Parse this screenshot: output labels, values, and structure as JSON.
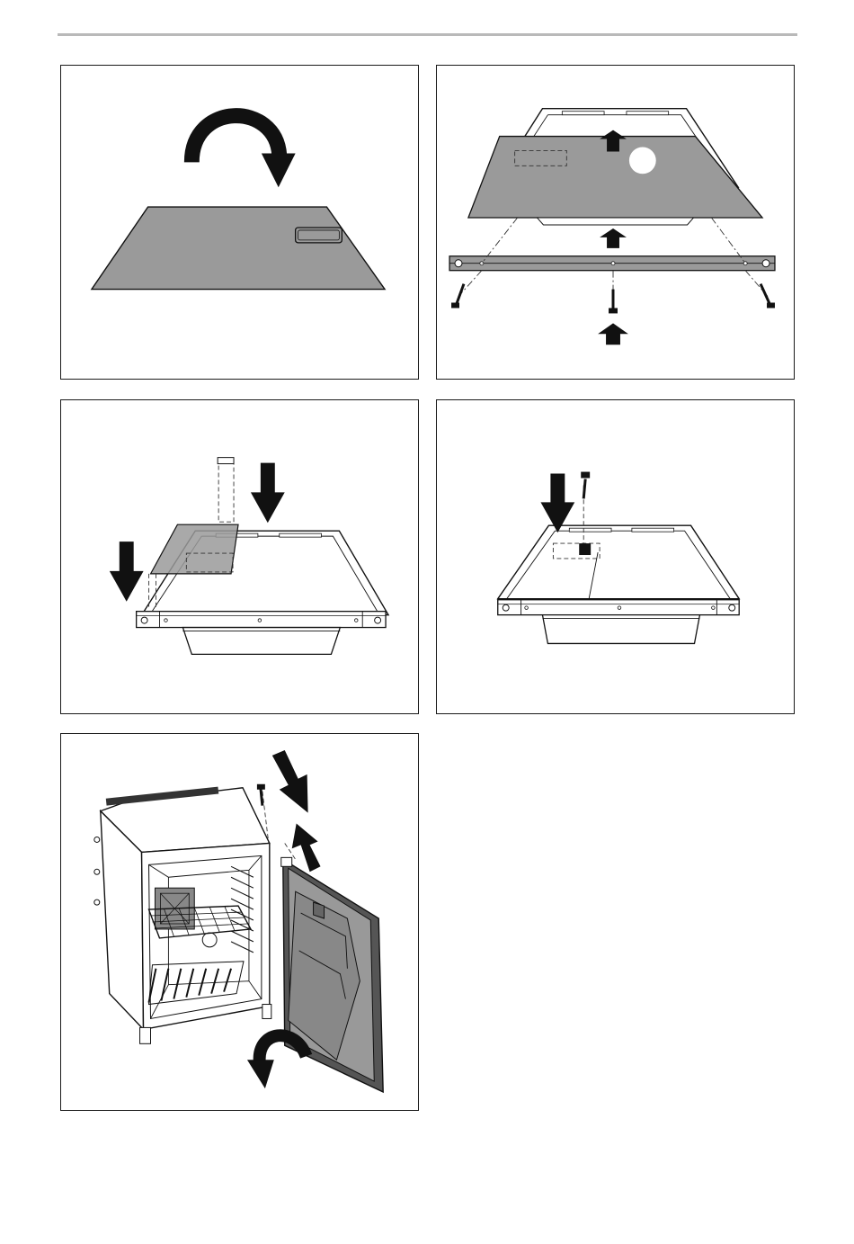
{
  "page": {
    "header_rule": "top-rule",
    "panels": [
      {
        "id": "step-1",
        "depicts": "rotate-panel"
      },
      {
        "id": "step-2",
        "depicts": "attach-rail"
      },
      {
        "id": "step-3",
        "depicts": "insert-hinge-piece"
      },
      {
        "id": "step-4",
        "depicts": "screw-hinge"
      },
      {
        "id": "step-5",
        "depicts": "mount-door"
      }
    ]
  },
  "colors": {
    "panel_fill": "#9a9a9a",
    "line": "#111111",
    "rule": "#b9b9b9"
  },
  "icons": [
    "curved-arrow-icon",
    "down-arrow-icon",
    "up-arrow-icon",
    "screw-icon"
  ]
}
